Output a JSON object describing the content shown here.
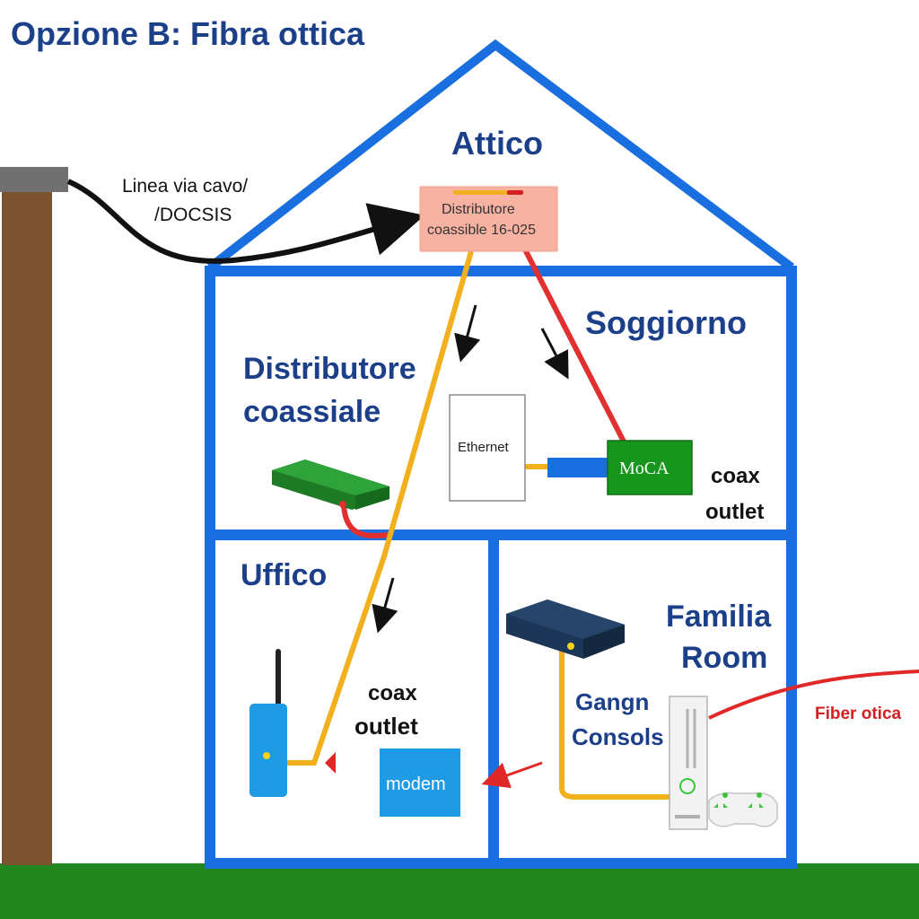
{
  "title": "Opzione B: Fibra ottica",
  "colors": {
    "house_outline": "#1a6fe0",
    "title": "#1c3f8a",
    "ground": "#23871f",
    "pole": "#7b5230",
    "coax_cable": "#f2b01e",
    "red_cable": "#e23030",
    "fiber": "#e02828"
  },
  "incoming": {
    "cable_label_1": "Linea via cavo/",
    "cable_label_2": "/DOCSIS",
    "fiber_label": "Fiber otica"
  },
  "rooms": {
    "attic": "Attico",
    "living": "Soggiorno",
    "office": "Uffico",
    "family_1": "Familia",
    "family_2": "Room"
  },
  "devices": {
    "splitter_1": "Distributore",
    "splitter_2": "coassible 16-025",
    "splitter_label_1": "Distributore",
    "splitter_label_2": "coassiale",
    "ethernet": "Ethernet",
    "moca": "MoCA",
    "coax_outlet_living_1": "coax",
    "coax_outlet_living_2": "outlet",
    "coax_outlet_office_1": "coax",
    "coax_outlet_office_2": "outlet",
    "modem": "modem",
    "console_1": "Gangn",
    "console_2": "Consols"
  }
}
